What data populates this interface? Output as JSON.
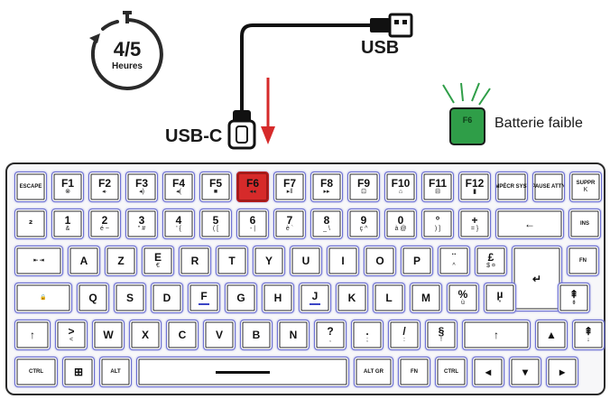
{
  "labels": {
    "battery_hours_top": "4/5",
    "battery_hours_bottom": "Heures",
    "usb": "USB",
    "usbc": "USB-C",
    "low_battery": "Batterie faible",
    "led_key_label": "F6"
  },
  "colors": {
    "highlight": "#d62a2a",
    "led": "#2f9e48",
    "key_outline": "#6b6fd1"
  },
  "rows": [
    [
      {
        "main": "",
        "small": "ESCAPE",
        "w": 36
      },
      {
        "main": "F1",
        "sub": "⊗",
        "w": 36
      },
      {
        "main": "F2",
        "sub": "◂·",
        "w": 36
      },
      {
        "main": "F3",
        "sub": "◂)",
        "w": 36
      },
      {
        "main": "F4",
        "sub": "◂(",
        "w": 36
      },
      {
        "main": "F5",
        "sub": "■",
        "w": 36
      },
      {
        "main": "F6",
        "sub": "◂◂",
        "w": 36,
        "red": true
      },
      {
        "main": "F7",
        "sub": "▸ǁ",
        "w": 36
      },
      {
        "main": "F8",
        "sub": "▸▸",
        "w": 36
      },
      {
        "main": "F9",
        "sub": "⊡",
        "w": 36
      },
      {
        "main": "F10",
        "sub": "⌂",
        "w": 36
      },
      {
        "main": "F11",
        "sub": "⊟",
        "w": 36
      },
      {
        "main": "F12",
        "sub": "▮",
        "w": 36
      },
      {
        "main": "",
        "small": "IMPÉCR SYST",
        "w": 36
      },
      {
        "main": "",
        "small": "PAUSE ATTN",
        "w": 36
      },
      {
        "main": "",
        "small": "SUPPR",
        "sub": "K",
        "w": 36
      }
    ],
    [
      {
        "main": "²",
        "w": 36
      },
      {
        "main": "1",
        "sub": "&",
        "w": 36
      },
      {
        "main": "2",
        "sub": "é ~",
        "w": 36
      },
      {
        "main": "3",
        "sub": "\" #",
        "w": 36
      },
      {
        "main": "4",
        "sub": "' {",
        "w": 36
      },
      {
        "main": "5",
        "sub": "( [",
        "w": 36
      },
      {
        "main": "6",
        "sub": "- |",
        "w": 36
      },
      {
        "main": "7",
        "sub": "è `",
        "w": 36
      },
      {
        "main": "8",
        "sub": "_ \\",
        "w": 36
      },
      {
        "main": "9",
        "sub": "ç ^",
        "w": 36
      },
      {
        "main": "0",
        "sub": "à @",
        "w": 36
      },
      {
        "main": "°",
        "sub": ") ]",
        "w": 36
      },
      {
        "main": "+",
        "sub": "= }",
        "w": 36
      },
      {
        "main": "←",
        "w": 76
      },
      {
        "main": "",
        "small": "INS",
        "w": 36
      }
    ],
    [
      {
        "main": "",
        "small": "⇤ ⇥",
        "w": 54
      },
      {
        "main": "A",
        "w": 36
      },
      {
        "main": "Z",
        "w": 36
      },
      {
        "main": "E",
        "sub": "€",
        "w": 36
      },
      {
        "main": "R",
        "w": 36
      },
      {
        "main": "T",
        "w": 36
      },
      {
        "main": "Y",
        "w": 36
      },
      {
        "main": "U",
        "w": 36
      },
      {
        "main": "I",
        "w": 36
      },
      {
        "main": "O",
        "w": 36
      },
      {
        "main": "P",
        "w": 36
      },
      {
        "main": "¨",
        "sub": "^",
        "w": 36
      },
      {
        "main": "£",
        "sub": "$ ¤",
        "w": 36
      },
      {
        "main": "↵",
        "w": 56,
        "tall": true
      },
      {
        "main": "",
        "small": "FN",
        "w": 36
      }
    ],
    [
      {
        "main": "",
        "small": "🔒",
        "w": 64
      },
      {
        "main": "Q",
        "w": 36
      },
      {
        "main": "S",
        "w": 36
      },
      {
        "main": "D",
        "w": 36
      },
      {
        "main": "F",
        "w": 36,
        "uline": true
      },
      {
        "main": "G",
        "w": 36
      },
      {
        "main": "H",
        "w": 36
      },
      {
        "main": "J",
        "w": 36,
        "uline": true
      },
      {
        "main": "K",
        "w": 36
      },
      {
        "main": "L",
        "w": 36
      },
      {
        "main": "M",
        "w": 36
      },
      {
        "main": "%",
        "sub": "ù",
        "w": 36
      },
      {
        "main": "µ",
        "sub": "*",
        "w": 36
      },
      {
        "main": "",
        "w": 36,
        "spacer": true
      },
      {
        "main": "⇞",
        "sub": "⇟",
        "w": 36
      }
    ],
    [
      {
        "main": "↑",
        "small": "",
        "w": 40
      },
      {
        "main": ">",
        "sub": "<",
        "w": 36
      },
      {
        "main": "W",
        "w": 36
      },
      {
        "main": "X",
        "w": 36
      },
      {
        "main": "C",
        "w": 36
      },
      {
        "main": "V",
        "w": 36
      },
      {
        "main": "B",
        "w": 36
      },
      {
        "main": "N",
        "w": 36
      },
      {
        "main": "?",
        "sub": ",",
        "w": 36
      },
      {
        "main": ".",
        "sub": ";",
        "w": 36
      },
      {
        "main": "/",
        "sub": ":",
        "w": 36
      },
      {
        "main": "§",
        "sub": "!",
        "w": 36
      },
      {
        "main": "↑",
        "w": 76
      },
      {
        "main": "▲",
        "w": 36
      },
      {
        "main": "⇞",
        "sub": "↓",
        "w": 36
      }
    ],
    [
      {
        "main": "",
        "small": "CTRL",
        "w": 48
      },
      {
        "main": "⊞",
        "small": "",
        "w": 36
      },
      {
        "main": "",
        "small": "ALT",
        "w": 36
      },
      {
        "main": "",
        "w": 236,
        "space": true
      },
      {
        "main": "",
        "small": "ALT GR",
        "w": 44
      },
      {
        "main": "",
        "small": "FN",
        "w": 36
      },
      {
        "main": "",
        "small": "CTRL",
        "w": 36
      },
      {
        "main": "◂",
        "w": 36
      },
      {
        "main": "▾",
        "w": 36
      },
      {
        "main": "▸",
        "w": 36
      }
    ]
  ]
}
